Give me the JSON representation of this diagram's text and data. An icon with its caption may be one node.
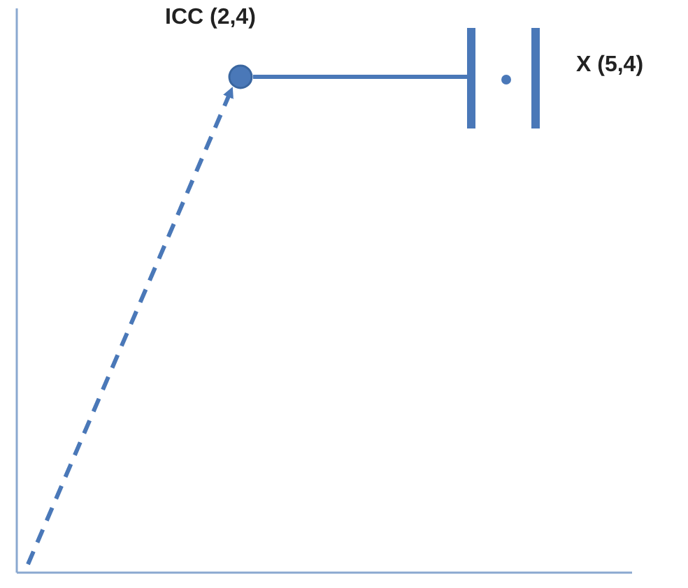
{
  "diagram": {
    "nodes": [
      {
        "text": [],
        "shape": "circle",
        "beside": [
          "ICC (2,4)"
        ]
      },
      {
        "text": [],
        "shape": "bar",
        "beside": [
          "X (5,4)"
        ]
      }
    ],
    "edges": [
      {
        "from": null,
        "to": 0,
        "arrow": "to",
        "style": "dashed"
      },
      {
        "from": 0,
        "to": 1,
        "arrow": "none"
      }
    ]
  }
}
